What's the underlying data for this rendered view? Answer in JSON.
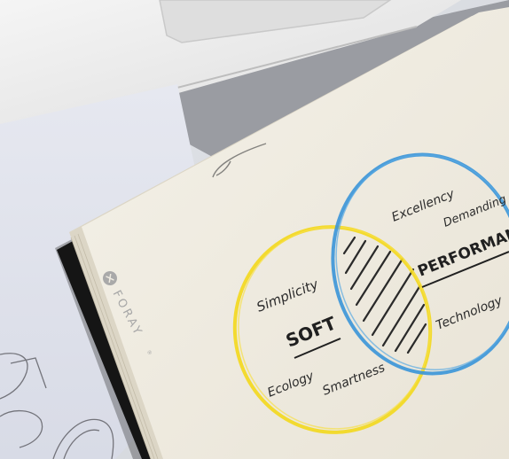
{
  "notebook": {
    "brand": "FORAY",
    "brand_mark": "®"
  },
  "venn": {
    "left_circle": {
      "title": "SOFT",
      "color": "#f3d81c",
      "words": [
        "Simplicity",
        "Ecology",
        "Smartness"
      ]
    },
    "right_circle": {
      "title": "PERFORMANCE",
      "color": "#3a95d8",
      "words": [
        "Excellency",
        "Demanding",
        "Technology"
      ]
    },
    "overlap": "hatched"
  },
  "colors": {
    "paper": "#efebe1",
    "laptop": "#ececec",
    "pencil_stroke": "#3a3a3a"
  }
}
